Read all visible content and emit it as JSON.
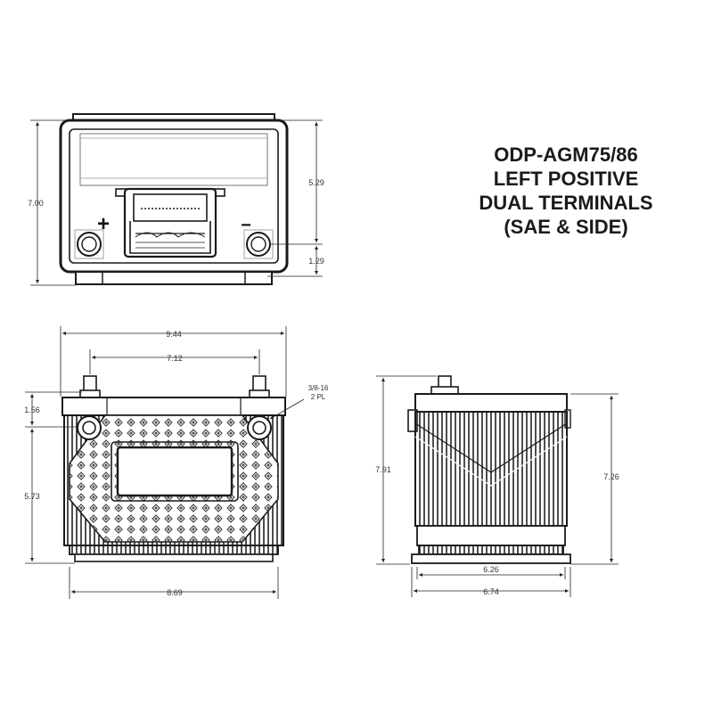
{
  "title": {
    "lines": [
      "ODP-AGM75/86",
      "LEFT POSITIVE",
      "DUAL TERMINALS",
      "(SAE & SIDE)"
    ]
  },
  "top_view": {
    "positive_symbol": "+",
    "negative_symbol": "−",
    "dim_overall_height": "7.00",
    "dim_upper": "5.29",
    "dim_lower": "1.29"
  },
  "front_view": {
    "dim_overall_length": "9.44",
    "dim_terminal_spacing": "7.12",
    "dim_base_length": "8.69",
    "dim_terminal_height": "1.56",
    "dim_case_height": "5.73",
    "thread_note_1": "3/8-16",
    "thread_note_2": "2 PL"
  },
  "side_view": {
    "dim_overall_height": "7.91",
    "dim_case_height": "7.26",
    "dim_inner_width": "6.26",
    "dim_overall_width": "6.74"
  }
}
